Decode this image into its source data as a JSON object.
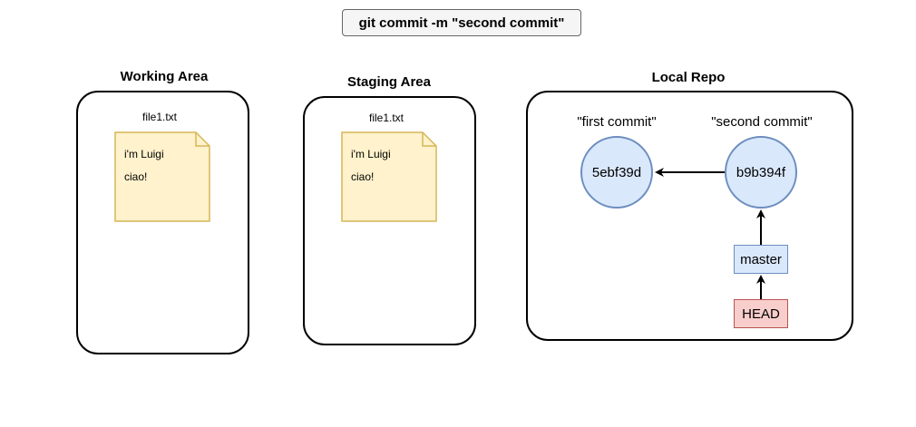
{
  "command": "git commit -m \"second commit\"",
  "working_area": {
    "title": "Working Area",
    "file_name": "file1.txt",
    "file_lines": [
      "i'm Luigi",
      "ciao!"
    ]
  },
  "staging_area": {
    "title": "Staging Area",
    "file_name": "file1.txt",
    "file_lines": [
      "i'm Luigi",
      "ciao!"
    ]
  },
  "local_repo": {
    "title": "Local Repo",
    "commits": [
      {
        "message": "\"first commit\"",
        "hash": "5ebf39d"
      },
      {
        "message": "\"second commit\"",
        "hash": "b9b394f"
      }
    ],
    "branch": "master",
    "head": "HEAD"
  },
  "colors": {
    "note_fill": "#fff2cc",
    "note_border": "#d6b656",
    "commit_fill": "#dae8fc",
    "commit_border": "#6c8ebf",
    "head_fill": "#f8cecc",
    "head_border": "#b85450"
  }
}
